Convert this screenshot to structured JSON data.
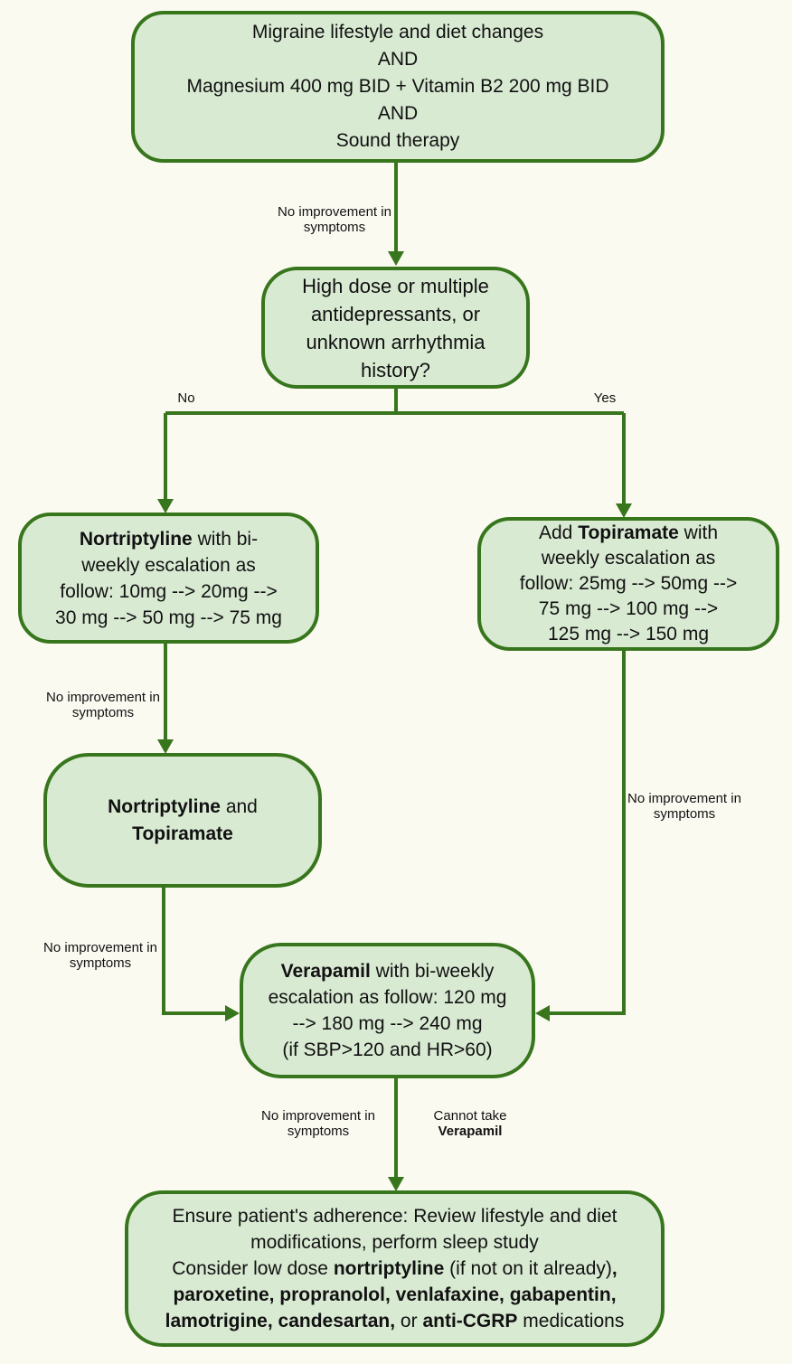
{
  "colors": {
    "background": "#fbfaf1",
    "node_fill": "#d9ead3",
    "node_border": "#38761d",
    "connector": "#38761d",
    "text": "#111111"
  },
  "nodes": {
    "start": {
      "lines": [
        "Migraine lifestyle and diet changes",
        "AND",
        "Magnesium 400 mg BID + Vitamin B2 200 mg BID",
        "AND",
        "Sound therapy"
      ]
    },
    "question": {
      "lines": [
        "High dose or multiple",
        "antidepressants, or",
        "unknown arrhythmia",
        "history?"
      ]
    },
    "nortriptyline": {
      "lines": [
        "**Nortriptyline** with bi-",
        "weekly escalation as",
        "follow: 10mg --> 20mg -->",
        "30 mg --> 50 mg --> 75 mg"
      ]
    },
    "topiramate": {
      "lines": [
        "Add **Topiramate** with",
        "weekly escalation as",
        "follow: 25mg --> 50mg -->",
        "75 mg --> 100 mg -->",
        "125 mg --> 150 mg"
      ]
    },
    "combo": {
      "lines": [
        "**Nortriptyline** and",
        "**Topiramate**"
      ]
    },
    "verapamil": {
      "lines": [
        "**Verapamil** with bi-weekly",
        "escalation as follow: 120 mg",
        "--> 180 mg --> 240 mg",
        "(if SBP>120 and HR>60)"
      ]
    },
    "final": {
      "lines": [
        "Ensure patient's adherence: Review lifestyle and diet",
        "modifications, perform sleep study",
        "Consider low dose **nortriptyline** (if not on it already)**,**",
        "**paroxetine, propranolol, venlafaxine, gabapentin,**",
        "**lamotrigine, candesartan,** or **anti-CGRP** medications"
      ]
    }
  },
  "edge_labels": {
    "no_improvement_top": {
      "lines": [
        "No improvement in",
        "symptoms"
      ]
    },
    "branch_no": {
      "lines": [
        "No"
      ]
    },
    "branch_yes": {
      "lines": [
        "Yes"
      ]
    },
    "no_improvement_left_upper": {
      "lines": [
        "No improvement in",
        "symptoms"
      ]
    },
    "no_improvement_right": {
      "lines": [
        "No improvement in",
        "symptoms"
      ]
    },
    "no_improvement_left_lower": {
      "lines": [
        "No improvement in",
        "symptoms"
      ]
    },
    "no_improvement_bottom": {
      "lines": [
        "No improvement in",
        "symptoms"
      ]
    },
    "cannot_take_verapamil": {
      "lines": [
        "Cannot take",
        "**Verapamil**"
      ]
    }
  }
}
